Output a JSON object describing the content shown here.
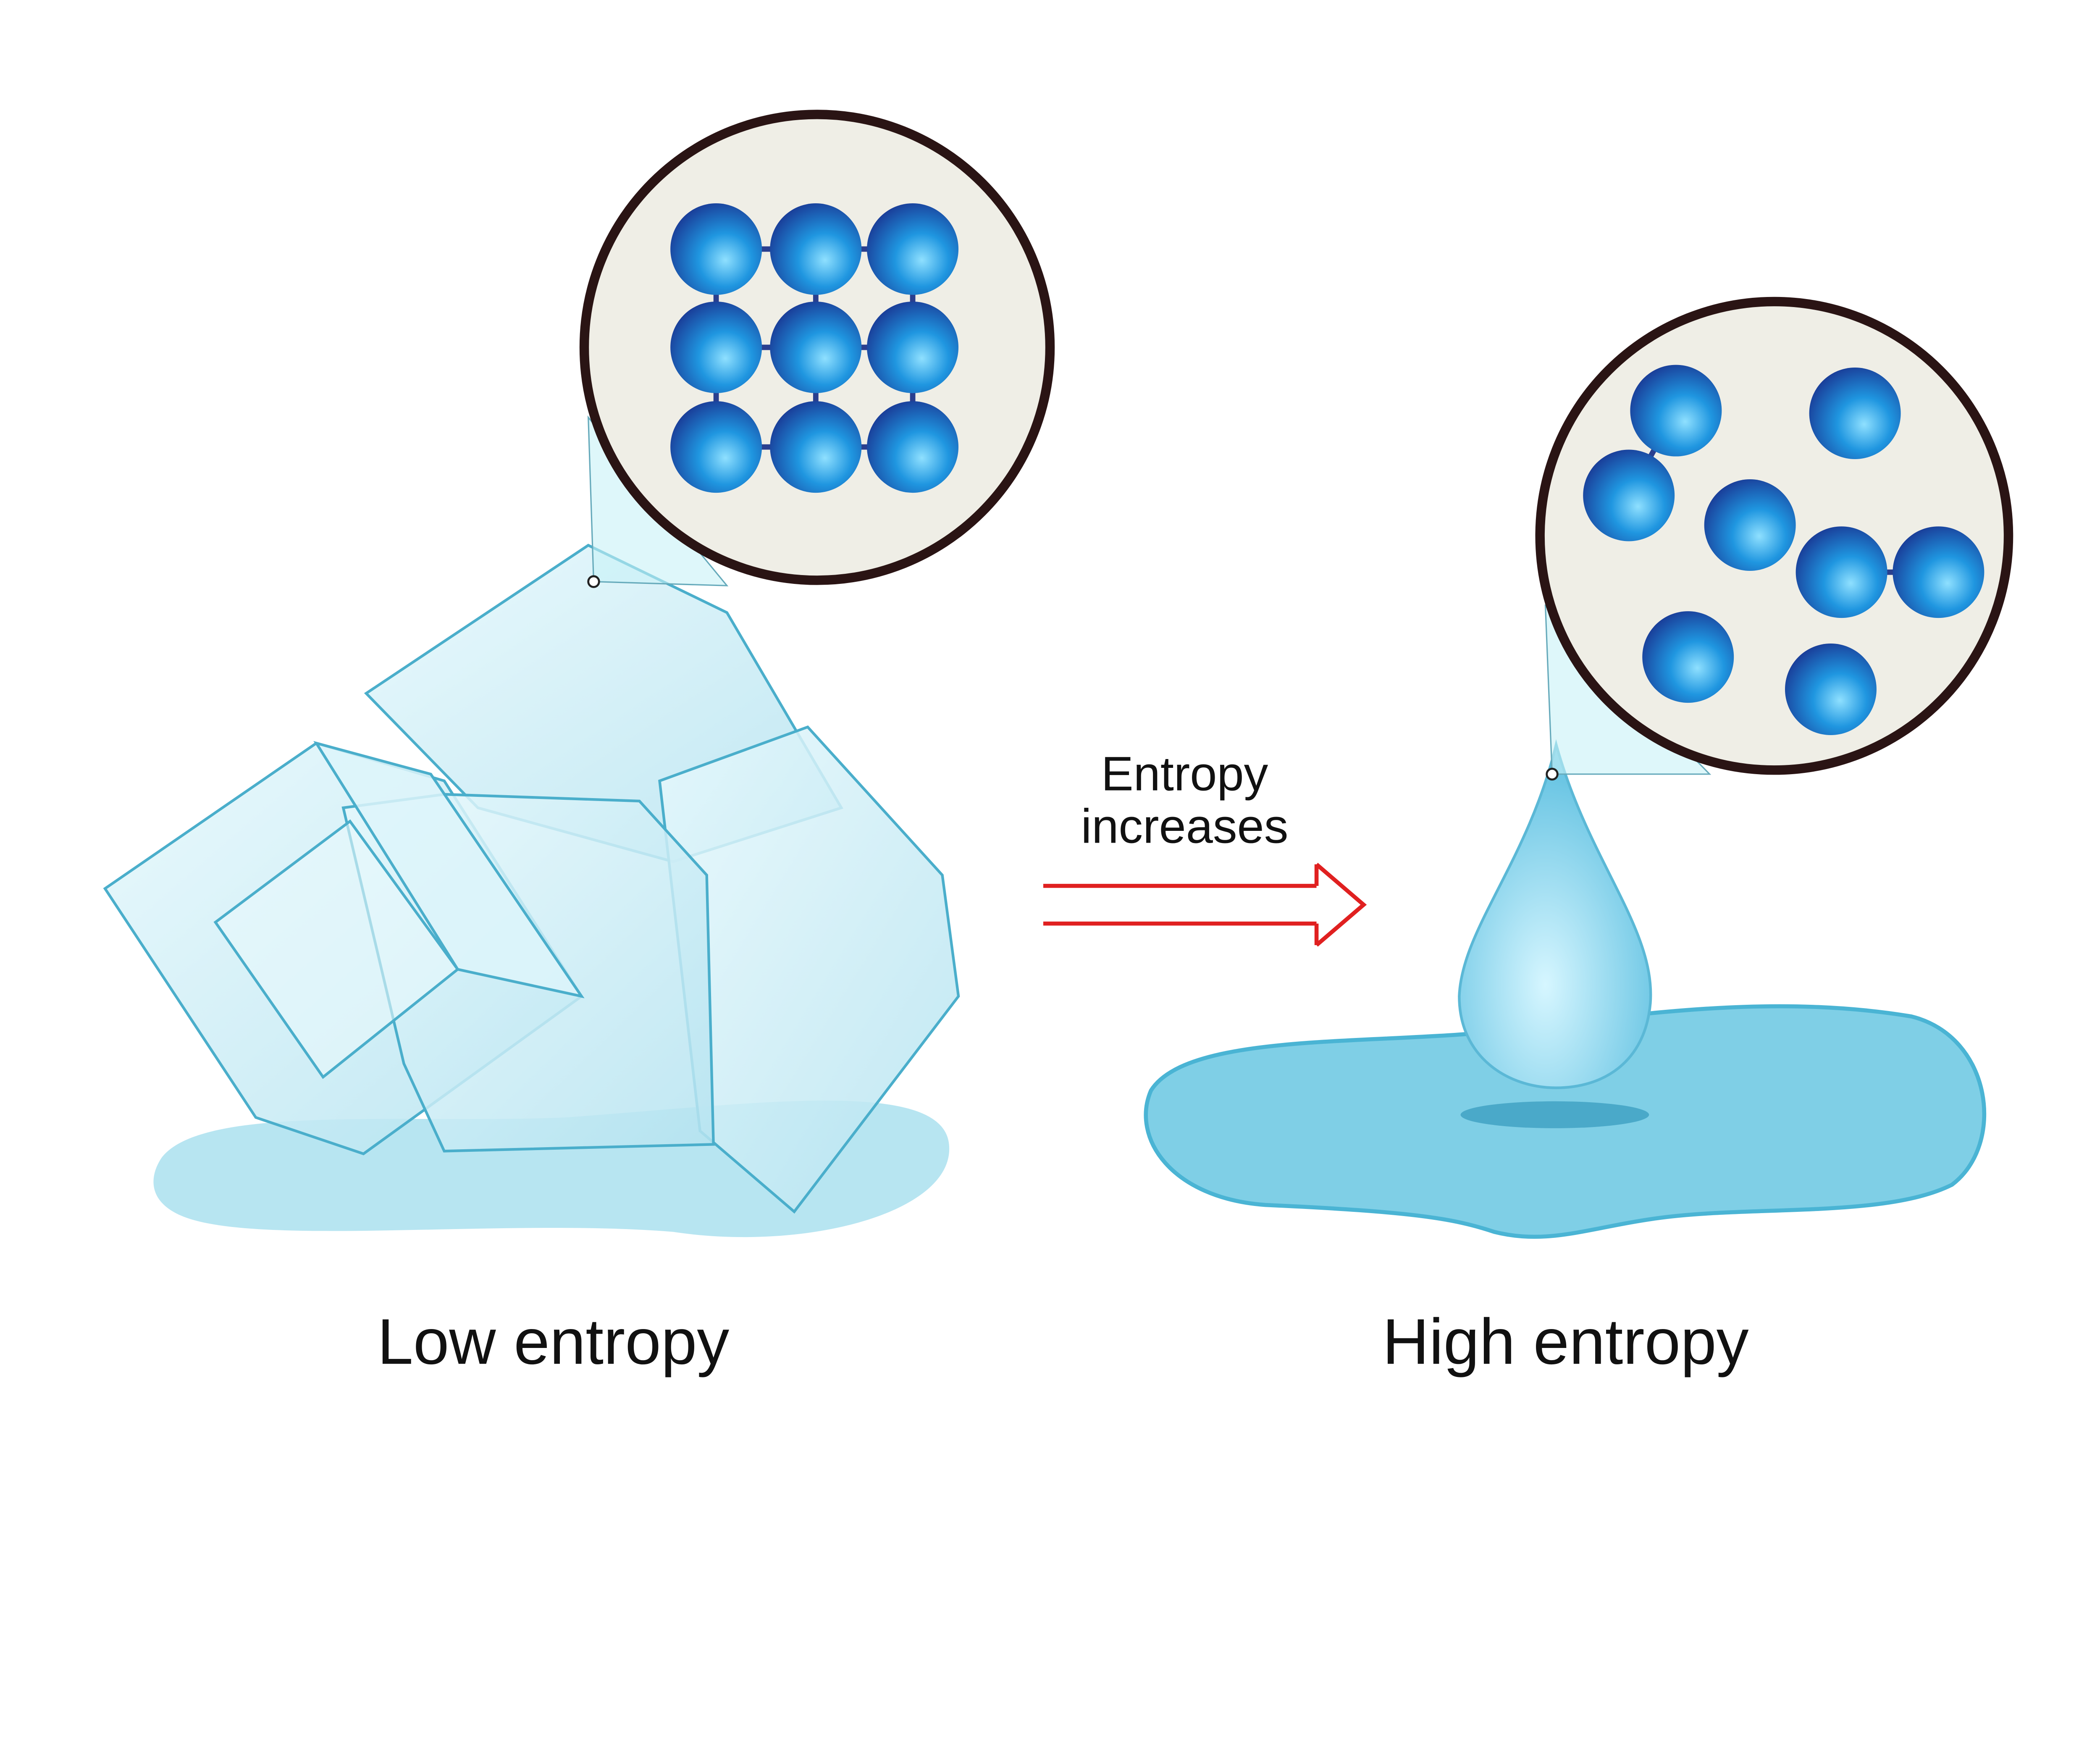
{
  "arrow": {
    "line1": "Entropy",
    "line2": "increases",
    "color": "#e02020"
  },
  "labels": {
    "low": "Low entropy",
    "high": "High entropy"
  },
  "colors": {
    "molecule": "#1e7fd0",
    "bond": "#2a3f8f",
    "lens_fill": "#efeee6",
    "lens_rim": "#2a1414",
    "ice": "#cbeef7",
    "water": "#7fcfe6"
  },
  "ordered_molecules": {
    "rows": 3,
    "cols": 3
  },
  "disordered_molecules": {
    "count": 8
  }
}
